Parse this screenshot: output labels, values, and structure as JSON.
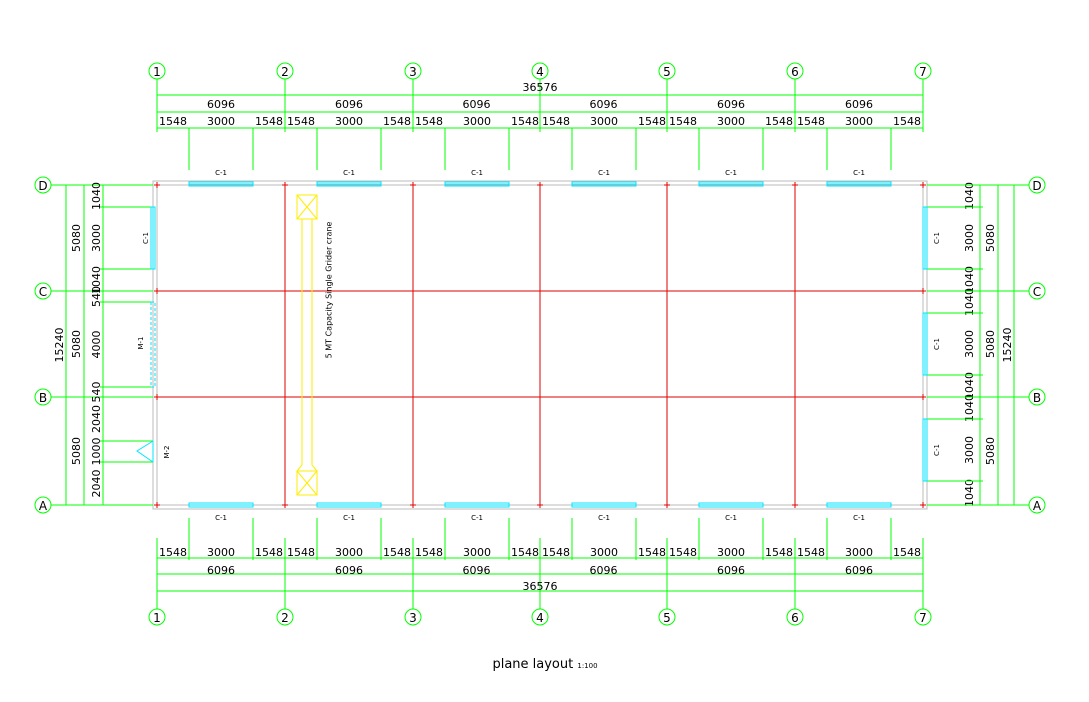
{
  "drawing": {
    "caption": "plane layout",
    "scale": "1:100",
    "crane_label": "5 MT Capacity Single Grider crane"
  },
  "axes": {
    "columns": [
      "1",
      "2",
      "3",
      "4",
      "5",
      "6",
      "7"
    ],
    "rows": [
      "D",
      "C",
      "B",
      "A"
    ]
  },
  "dims": {
    "overall_x": "36576",
    "bay": "6096",
    "seg_side": "1548",
    "seg_mid": "3000",
    "overall_y": "15240",
    "row_bay": "5080",
    "left_detail_DC": [
      "1040",
      "3000",
      "1040"
    ],
    "left_detail_CB": [
      "540",
      "4000",
      "540"
    ],
    "left_detail_BA": [
      "2040",
      "1000",
      "2040"
    ],
    "right_detail": [
      "1040",
      "3000",
      "1040"
    ]
  },
  "tags": {
    "window": "C-1",
    "door_large": "M-1",
    "door_small": "M-2"
  }
}
